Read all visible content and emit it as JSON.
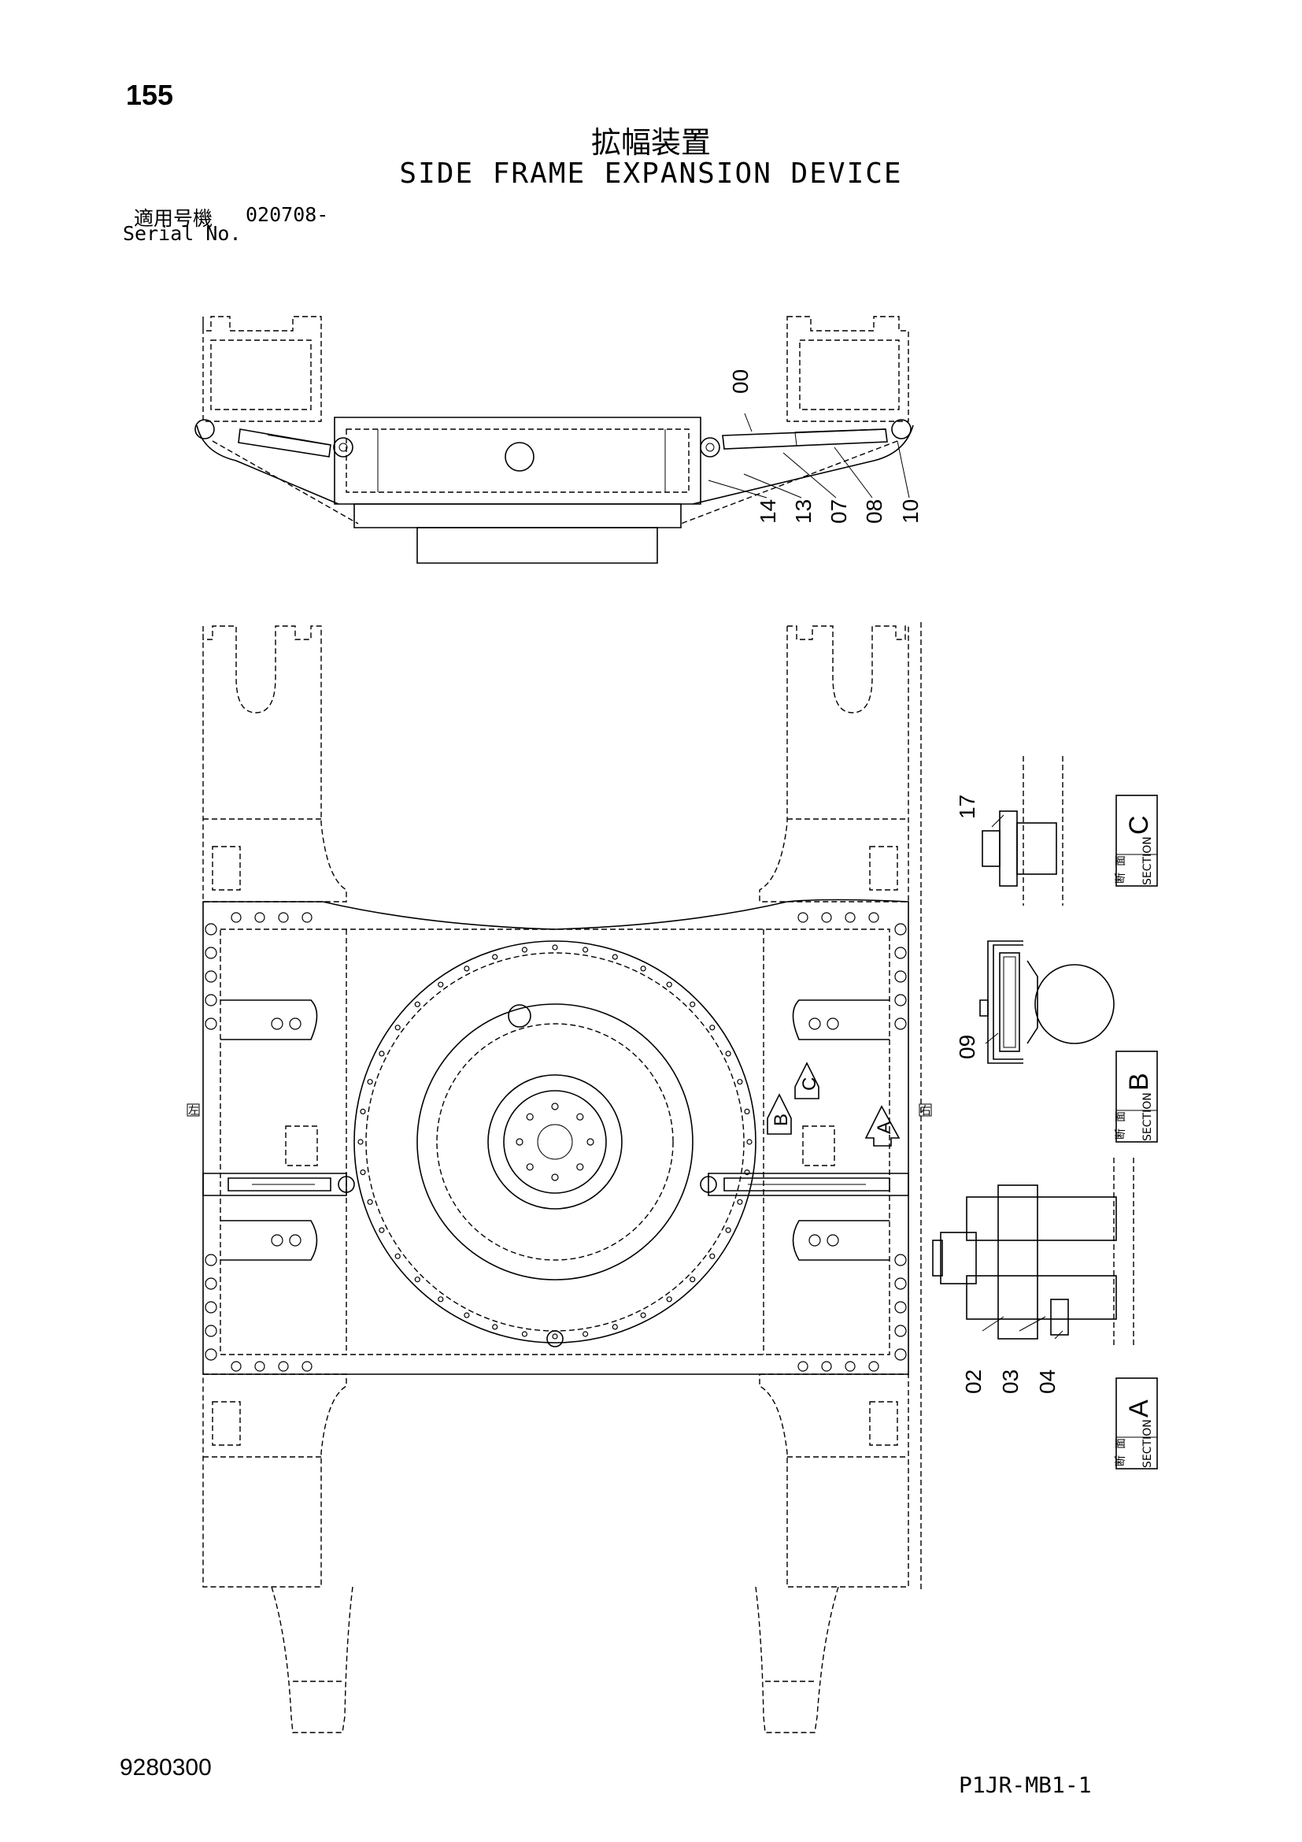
{
  "header": {
    "page_number": "155",
    "title_jp": "拡幅装置",
    "title_en": "SIDE FRAME EXPANSION DEVICE",
    "serial_label_jp": "適用号機",
    "serial_value": "020708-",
    "serial_label_en": "Serial No."
  },
  "callouts": {
    "top_view": [
      "00",
      "14",
      "13",
      "07",
      "08",
      "10"
    ],
    "section_c": "17",
    "section_b": "09",
    "section_a": [
      "02",
      "03",
      "04"
    ]
  },
  "sections": [
    {
      "letter": "C",
      "kanji_1": "断",
      "kanji_2": "面",
      "word": "SECTION"
    },
    {
      "letter": "B",
      "kanji_1": "断",
      "kanji_2": "面",
      "word": "SECTION"
    },
    {
      "letter": "A",
      "kanji_1": "断",
      "kanji_2": "面",
      "word": "SECTION"
    }
  ],
  "view_arrows": [
    "A",
    "B",
    "C"
  ],
  "side_marks": {
    "left": "左",
    "right": "右"
  },
  "footer": {
    "drawing_number": "9280300",
    "sheet_code": "P1JR-MB1-1"
  }
}
